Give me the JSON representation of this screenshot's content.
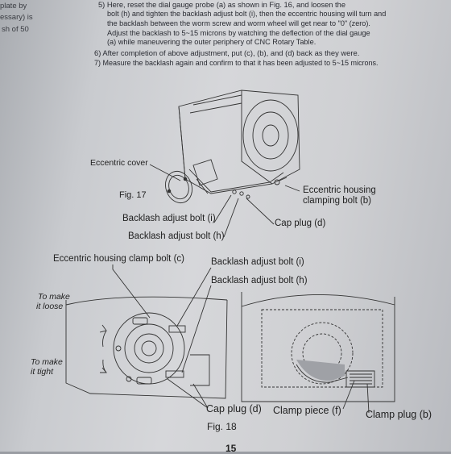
{
  "side_text": [
    "plate by",
    "essary) is",
    "sh of 50"
  ],
  "steps": [
    "5) Here, reset the dial gauge probe (a) as shown in Fig. 16, and loosen the",
    "bolt (h) and tighten the backlash adjust bolt (i), then the eccentric housing will turn and",
    "the backlash between the worm screw and worm wheel will get near to \"0\" (zero).",
    "Adjust the backlash to 5~15 microns by watching the deflection of the dial gauge",
    "(a) while maneuvering the outer periphery of CNC Rotary Table.",
    "6) After completion of above adjustment, put (c), (b), and (d) back as they were.",
    "7) Measure the backlash again and confirm to that it has been adjusted to 5~15 microns."
  ],
  "fig17": {
    "caption": "Fig. 17",
    "eccentric_cover": "Eccentric cover",
    "eccentric_housing": "Eccentric housing",
    "clamping_bolt": "clamping bolt (b)",
    "backlash_i": "Backlash adjust bolt (i)",
    "backlash_h": "Backlash adjust bolt (h)",
    "cap_plug": "Cap plug (d)"
  },
  "fig18": {
    "caption": "Fig. 18",
    "clamp_bolt_c": "Eccentric housing clamp bolt (c)",
    "backlash_i": "Backlash adjust bolt (i)",
    "backlash_h": "Backlash adjust bolt (h)",
    "loose_1": "To make",
    "loose_2": "it loose",
    "tight_1": "To make",
    "tight_2": "it tight",
    "cap_plug": "Cap plug (d)",
    "clamp_piece": "Clamp piece (f)",
    "clamp_plug": "Clamp plug (b)"
  },
  "page_number": "15"
}
